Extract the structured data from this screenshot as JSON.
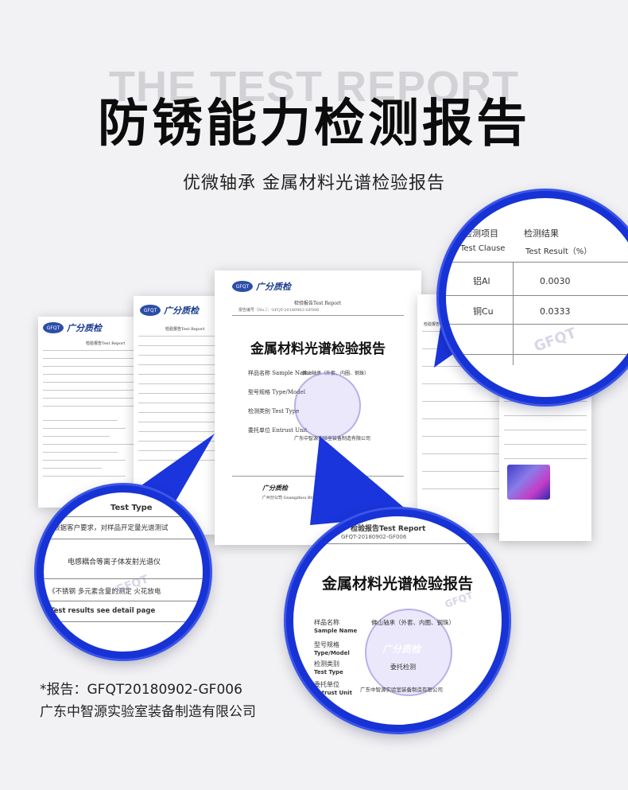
{
  "header": {
    "bg_word": "THE TEST REPORT",
    "title": "防锈能力检测报告",
    "subtitle": "优微轴承 金属材料光谱检验报告"
  },
  "footer": {
    "report_no": "*报告：GFQT20180902-GF006",
    "company": "广东中智源实验室装备制造有限公司"
  },
  "documents": {
    "logo_text": "广分质检",
    "badge_text": "GFQT",
    "report_label": "检验报告Test Report",
    "report_no_line": "报告编号（No.）：GFQT-20180902-GF006",
    "center_title": "金属材料光谱检验报告",
    "fields": [
      "样品名称 Sample Name",
      "型号规格 Type/Model",
      "检测类别 Test Type",
      "委托单位 Entrust Unit"
    ],
    "sample_value": "佛山轴承（外套、内圈、钢珠）",
    "entrust_value": "广东中智源实验室装备制造有限公司",
    "footer_company": "广州分公司 Guangzhou Branch"
  },
  "lens_top_right": {
    "col1_cn": "检测项目",
    "col1_en": "Test Clause",
    "col2_cn": "检测结果",
    "col2_en": "Test Result（%）",
    "rows": [
      {
        "item": "铝Al",
        "value": "0.0030"
      },
      {
        "item": "铜Cu",
        "value": "0.0333"
      }
    ],
    "watermark": "GFQT"
  },
  "lens_left": {
    "header": "Test Type",
    "line1": "根据客户要求，对样品开定量光谱测试",
    "line2": "电感耦合等离子体发射光谱仪",
    "line3": "《不锈钢 多元素含量的测定 火花放电",
    "line4": "Test results see detail page",
    "watermark": "GFQT"
  },
  "lens_bottom": {
    "report_label": "检验报告Test Report",
    "report_no": "GFQT-20180902-GF006",
    "title": "金属材料光谱检验报告",
    "rows": [
      {
        "cn": "样品名称",
        "en": "Sample Name",
        "value": "佛山轴承（外套、内圈、钢珠）"
      },
      {
        "cn": "型号规格",
        "en": "Type/Model",
        "value": ""
      },
      {
        "cn": "检测类别",
        "en": "Test Type",
        "value": "委托检测"
      },
      {
        "cn": "委托单位",
        "en": "Entrust Unit",
        "value": "广东中智源实验室装备制造有限公司"
      }
    ],
    "stamp_text": "广分质检",
    "watermark": "GFQT"
  }
}
